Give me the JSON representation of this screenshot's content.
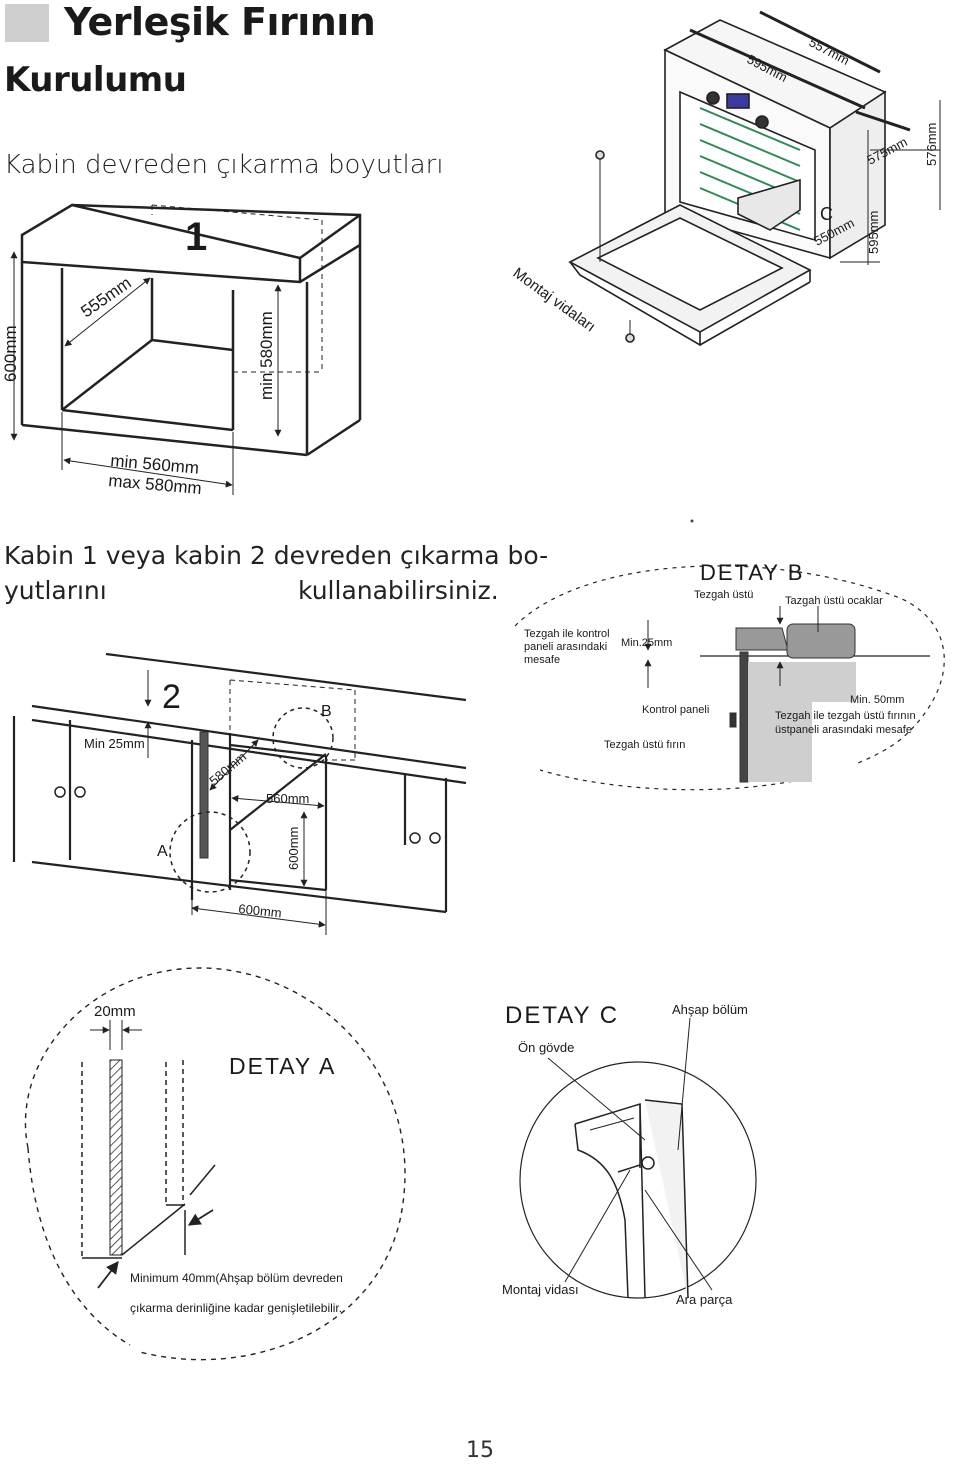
{
  "header": {
    "title_line1": "Yerleşik Fırının",
    "title_line2": "Kurulumu",
    "subtitle": "Kabin devreden çıkarma boyutları"
  },
  "paragraph": {
    "line1": "Kabin 1 veya kabin 2 devreden çıkarma bo-",
    "line2_part1": "yutlarını",
    "line2_part2": "kullanabilirsiniz."
  },
  "cabinet1": {
    "number": "1",
    "dim_depth": "555mm",
    "dim_height": "600mm",
    "dim_min_height": "min 580mm",
    "dim_width_min": "min 560mm",
    "dim_width_max": "max 580mm"
  },
  "oven": {
    "dim_top_width": "595mm",
    "dim_top_depth": "557mm",
    "dim_side_575": "575mm",
    "dim_side_576": "576mm",
    "dim_height": "595mm",
    "dim_inner_depth": "550mm",
    "label_c": "C",
    "mounting_screws": "Montaj vidaları"
  },
  "cabinet2": {
    "number": "2",
    "min25": "Min 25mm",
    "dim_580": "580mm",
    "dim_560": "560mm",
    "dim_600_v": "600mm",
    "dim_600_h": "600mm",
    "label_a": "A",
    "label_b": "B"
  },
  "detail_b": {
    "title": "DETAY B",
    "counter_top": "Tezgah üstü",
    "counter_hobs": "Tazgah üstü ocaklar",
    "gap_text_1": "Tezgah ile kontrol",
    "gap_text_2": "paneli arasındaki",
    "gap_text_3": "mesafe",
    "min25": "Min.25mm",
    "control_panel": "Kontrol paneli",
    "countertop_oven": "Tezgah üstü fırın",
    "min50": "Min. 50mm",
    "gap50_1": "Tezgah ile tezgah üstü fırının",
    "gap50_2": "üstpaneli arasındaki mesafe"
  },
  "detail_a": {
    "title": "DETAY A",
    "dim_20": "20mm",
    "note_1": "Minimum 40mm(Ahşap bölüm devreden",
    "note_2": "çıkarma derinliğine kadar genişletilebilir."
  },
  "detail_c": {
    "title": "DETAY C",
    "front_body": "Ön gövde",
    "wood_part": "Ahşap bölüm",
    "mounting_screw": "Montaj vidası",
    "spacer": "Ara parça"
  },
  "footer": {
    "page_number": "15"
  }
}
